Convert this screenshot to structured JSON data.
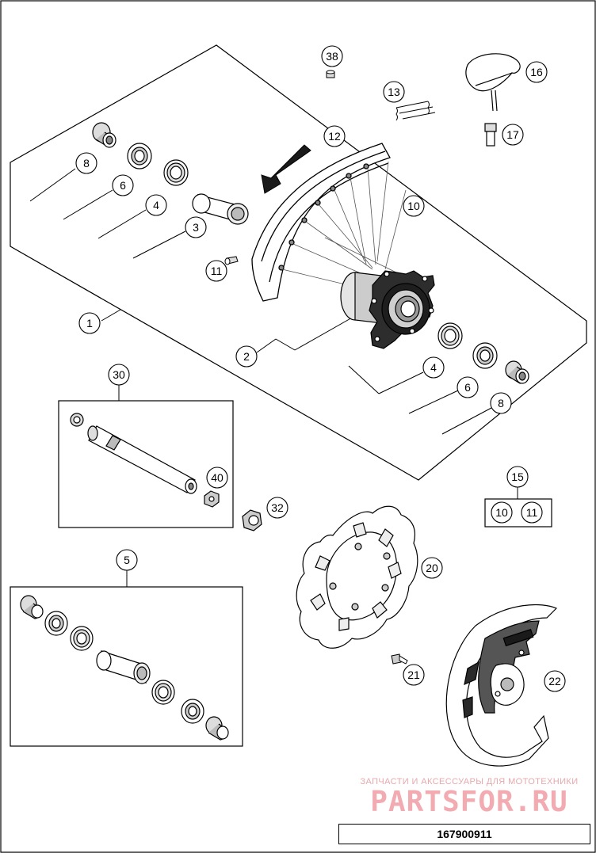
{
  "callouts": {
    "c1": "1",
    "c2": "2",
    "c3": "3",
    "c4a": "4",
    "c4b": "4",
    "c5": "5",
    "c6a": "6",
    "c6b": "6",
    "c8a": "8",
    "c8b": "8",
    "c10a": "10",
    "c10b": "10",
    "c11a": "11",
    "c11b": "11",
    "c12": "12",
    "c13": "13",
    "c15": "15",
    "c16": "16",
    "c17": "17",
    "c20": "20",
    "c21": "21",
    "c22": "22",
    "c30": "30",
    "c32": "32",
    "c38": "38",
    "c40": "40"
  },
  "watermark": {
    "caption": "ЗАПЧАСТИ И АКСЕССУАРЫ ДЛЯ МОТОТЕХНИКИ",
    "brand": "PARTSFOR.RU",
    "brand_color": "#f2a2aa"
  },
  "diagram_number": "167900911"
}
